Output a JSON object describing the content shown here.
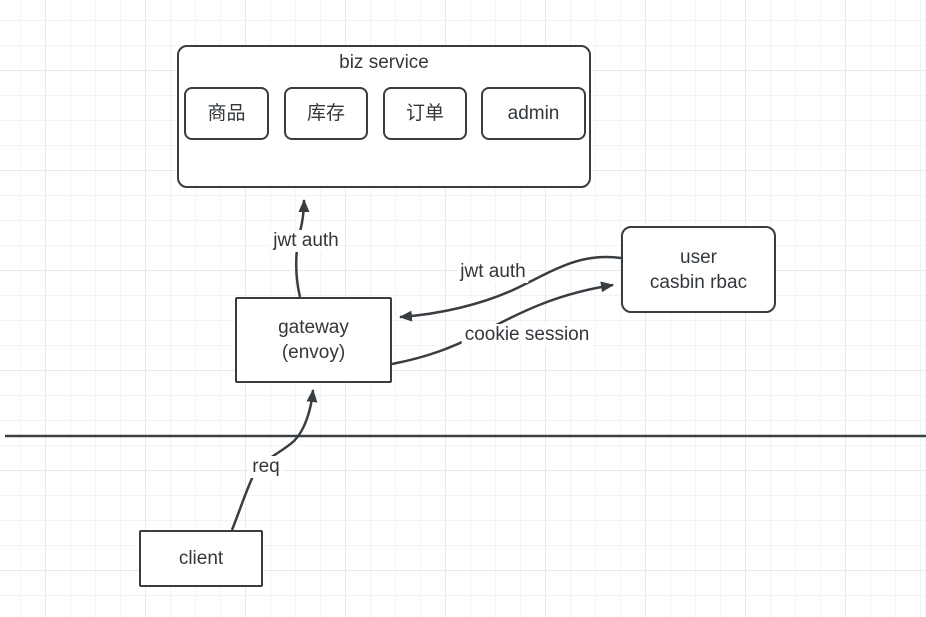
{
  "canvas": {
    "background": "#ffffff",
    "grid_minor_color": "#f3f3f6",
    "grid_major_color": "#e9e9ec",
    "stroke_color": "#383d42",
    "text_color": "#33383d"
  },
  "nodes": {
    "biz_service": {
      "title": "biz service",
      "children": [
        {
          "label": "商品"
        },
        {
          "label": "库存"
        },
        {
          "label": "订单"
        },
        {
          "label": "admin"
        }
      ]
    },
    "gateway": {
      "line1": "gateway",
      "line2": "(envoy)"
    },
    "user": {
      "line1": "user",
      "line2": "casbin rbac"
    },
    "client": {
      "label": "client"
    }
  },
  "edges": {
    "gateway_to_biz": {
      "label": "jwt auth"
    },
    "user_to_gateway": {
      "label": "jwt auth"
    },
    "gateway_to_user": {
      "label": "cookie session"
    },
    "client_to_gateway": {
      "label": "req"
    }
  }
}
